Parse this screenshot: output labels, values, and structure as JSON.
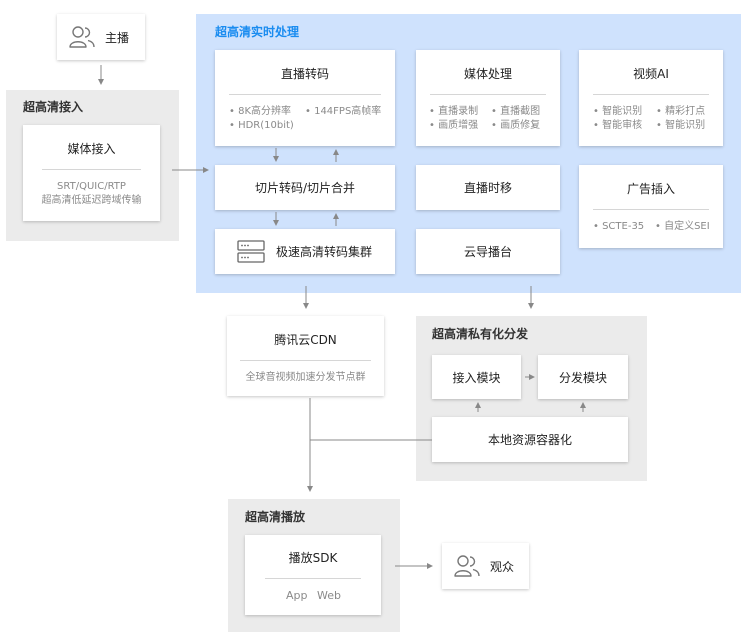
{
  "anchor": {
    "label": "主播",
    "icon": "user-group-icon"
  },
  "viewer": {
    "label": "观众",
    "icon": "user-group-icon"
  },
  "ingest": {
    "title": "超高清接入",
    "media_card": {
      "title": "媒体接入",
      "lines": [
        "SRT/QUIC/RTP",
        "超高清低延迟跨域传输"
      ]
    }
  },
  "realtime": {
    "title": "超高清实时处理",
    "live_transcode": {
      "title": "直播转码",
      "features": [
        "• 8K高分辨率",
        "• 144FPS高帧率",
        "• HDR(10bit)"
      ]
    },
    "media_process": {
      "title": "媒体处理",
      "features": [
        "• 直播录制",
        "• 直播截图",
        "• 画质增强",
        "• 画质修复"
      ]
    },
    "video_ai": {
      "title": "视频AI",
      "features": [
        "• 智能识别",
        "• 精彩打点",
        "• 智能审核",
        "• 智能识别"
      ]
    },
    "slice": {
      "title": "切片转码/切片合并"
    },
    "timeshift": {
      "title": "直播时移"
    },
    "ad_insert": {
      "title": "广告插入",
      "features": [
        "• SCTE-35",
        "• 自定义SEI"
      ]
    },
    "cluster": {
      "title": "极速高清转码集群",
      "icon": "server-icon"
    },
    "cloud_director": {
      "title": "云导播台"
    }
  },
  "cdn": {
    "title": "腾讯云CDN",
    "sub": "全球音视频加速分发节点群"
  },
  "private": {
    "title": "超高清私有化分发",
    "access": {
      "title": "接入模块"
    },
    "distribute": {
      "title": "分发模块"
    },
    "local": {
      "title": "本地资源容器化"
    }
  },
  "playback": {
    "title": "超高清播放",
    "sdk": {
      "title": "播放SDK",
      "platforms": [
        "App",
        "Web"
      ]
    }
  },
  "colors": {
    "blue_zone": "#cfe2fd",
    "gray_zone": "#ebebeb",
    "accent": "#1a8cf0",
    "arrow": "#888888"
  }
}
